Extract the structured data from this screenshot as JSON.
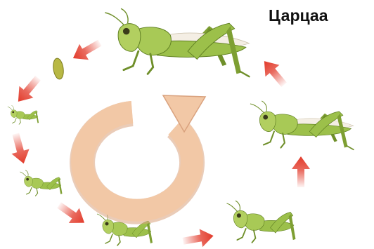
{
  "title": "Царцаа",
  "colors": {
    "body": "#9cc04a",
    "body_dark": "#5f7f22",
    "body_light": "#c8dd7c",
    "egg": "#b8b844",
    "wing": "#f4eee4",
    "arrow_red": "#e23a2a",
    "cycle_arrow": "#f2c8a6",
    "cycle_arrow_edge": "#d9a27e"
  },
  "stages": [
    {
      "id": "egg",
      "icon": "grasshopper-egg-icon"
    },
    {
      "id": "nymph-1",
      "icon": "grasshopper-nymph-icon"
    },
    {
      "id": "nymph-2",
      "icon": "grasshopper-nymph-icon"
    },
    {
      "id": "nymph-3",
      "icon": "grasshopper-nymph-icon"
    },
    {
      "id": "nymph-4",
      "icon": "grasshopper-nymph-icon"
    },
    {
      "id": "adult-young",
      "icon": "grasshopper-adult-icon"
    },
    {
      "id": "adult",
      "icon": "grasshopper-adult-icon"
    }
  ],
  "cycle_icon": "circular-arrow-icon"
}
